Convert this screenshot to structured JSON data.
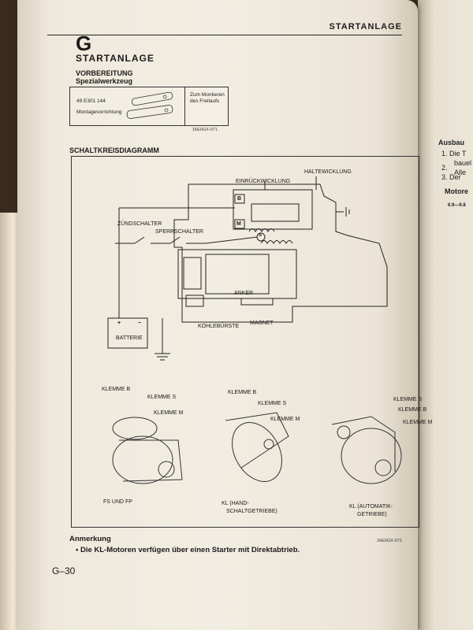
{
  "header": {
    "title": "STARTANLAGE",
    "section_letter": "G"
  },
  "main_title": "STARTANLAGE",
  "preparation": {
    "heading": "VORBEREITUNG",
    "subheading": "Spezialwerkzeug",
    "tool_number": "49 E301 144",
    "tool_name": "Montagevorrichtung",
    "purpose_line1": "Zum Montieren",
    "purpose_line2": "des Freilaufs",
    "figure_code": "16E0GX-071"
  },
  "circuit": {
    "heading": "SCHALTKREISDIAGRAMM",
    "labels": {
      "pull_in_winding": "EINRÜCKWICKLUNG",
      "hold_winding": "HALTEWICKLUNG",
      "ignition_switch": "ZÜNDSCHALTER",
      "lock_switch": "SPERRSCHALTER",
      "terminal_b": "B",
      "terminal_m": "M",
      "terminal_s": "S",
      "armature": "ANKER",
      "brush": "KOHLEBÜRSTE",
      "magnet": "MAGNET",
      "battery": "BATTERIE",
      "battery_plus": "+",
      "battery_minus": "−"
    },
    "starters": [
      {
        "caption": "FS UND FP",
        "terminal_b": "KLEMME B",
        "terminal_s": "KLEMME S",
        "terminal_m": "KLEMME M"
      },
      {
        "caption_line1": "KL (HAND-",
        "caption_line2": "SCHALTGETRIEBE)",
        "terminal_b": "KLEMME B",
        "terminal_s": "KLEMME S",
        "terminal_m": "KLEMME M"
      },
      {
        "caption_line1": "KL (AUTOMATIK-",
        "caption_line2": "GETRIEBE)",
        "terminal_s": "KLEMME S",
        "terminal_b": "KLEMME B",
        "terminal_m": "KLEMME M"
      }
    ],
    "figure_code": "16E0GX-072"
  },
  "note": {
    "title": "Anmerkung",
    "bullet": "•",
    "text": "Die KL-Motoren verfügen über einen Starter mit Direktabtrieb."
  },
  "page_number": "G–30",
  "next_page": {
    "heading1": "Ausbau",
    "line1": "1.  Die T",
    "line2": "bauel",
    "line3": "Alle",
    "line4": "2.",
    "line5": "3.  Der",
    "heading2": "Motore",
    "spec": "6.9—9.8"
  }
}
